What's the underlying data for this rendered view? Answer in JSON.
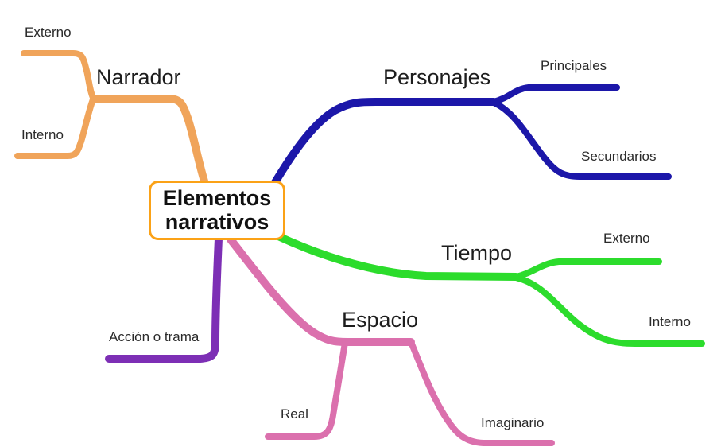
{
  "diagram": {
    "type": "mindmap",
    "background": "#FFFFFF",
    "center": {
      "label": "Elementos narrativos",
      "line1": "Elementos",
      "line2": "narrativos",
      "border_color": "#FBA217",
      "fill_color": "#FFFFFF",
      "text_color": "#111111"
    },
    "branches": [
      {
        "id": "narrador",
        "label": "Narrador",
        "color": "#F0A45A",
        "children": [
          {
            "label": "Externo"
          },
          {
            "label": "Interno"
          }
        ]
      },
      {
        "id": "personajes",
        "label": "Personajes",
        "color": "#1C17A9",
        "children": [
          {
            "label": "Principales"
          },
          {
            "label": "Secundarios"
          }
        ]
      },
      {
        "id": "tiempo",
        "label": "Tiempo",
        "color": "#2CDC2C",
        "children": [
          {
            "label": "Externo"
          },
          {
            "label": "Interno"
          }
        ]
      },
      {
        "id": "espacio",
        "label": "Espacio",
        "color": "#DB70AD",
        "children": [
          {
            "label": "Real"
          },
          {
            "label": "Imaginario"
          }
        ]
      },
      {
        "id": "accion_o_trama",
        "label": "Acción o trama",
        "color": "#7D2FB5",
        "children": []
      }
    ]
  }
}
